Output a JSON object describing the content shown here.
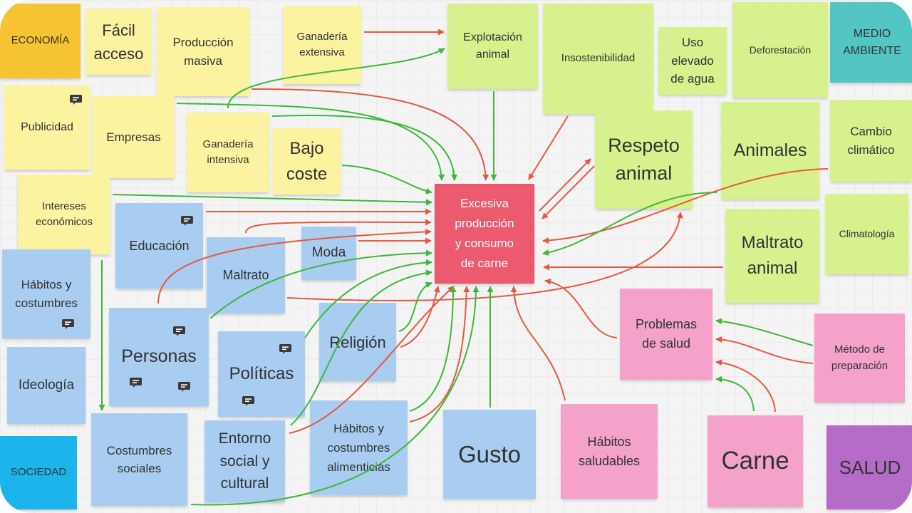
{
  "board": {
    "economia": {
      "category": "ECONOMÍA",
      "facil_acceso": "Fácil\nacceso",
      "produccion_masiva": "Producción\nmasiva",
      "ganaderia_extensiva": "Ganadería\nextensiva",
      "publicidad": "Publicidad",
      "empresas": "Empresas",
      "ganaderia_intensiva": "Ganadería\nintensiva",
      "bajo_coste": "Bajo\ncoste",
      "intereses_economicos": "Intereses\neconómicos"
    },
    "medio_ambiente": {
      "category": "MEDIO\nAMBIENTE",
      "explotacion_animal": "Explotación\nanimal",
      "insostenibilidad": "Insostenibilidad",
      "uso_elevado_agua": "Uso\nelevado\nde agua",
      "deforestacion": "Deforestación",
      "respeto_animal": "Respeto\nanimal",
      "animales": "Animales",
      "cambio_climatico": "Cambio\nclimático",
      "maltrato_animal": "Maltrato\nanimal",
      "climatologia": "Climatología"
    },
    "sociedad": {
      "category": "SOCIEDAD",
      "educacion": "Educación",
      "moda": "Moda",
      "maltrato": "Maltrato",
      "habitos_costumbres": "Hábitos y\ncostumbres",
      "personas": "Personas",
      "politicas": "Políticas",
      "religion": "Religión",
      "ideologia": "Ideología",
      "costumbres_sociales": "Costumbres\nsociales",
      "entorno": "Entorno\nsocial y\ncultural",
      "habitos_alimenticias": "Hábitos y\ncostumbres\nalimenticias",
      "gusto": "Gusto"
    },
    "salud": {
      "category": "SALUD",
      "problemas_salud": "Problemas\nde salud",
      "metodo_preparacion": "Método de\npreparación",
      "habitos_saludables": "Hábitos\nsaludables",
      "carne": "Carne"
    },
    "central": "Excesiva\nproducción\ny consumo\nde carne"
  },
  "icons": {
    "comment": "comment-icon"
  },
  "palette": {
    "note_yellow": "#fcf3a1",
    "economia": "#f6c332",
    "note_green": "#d6f18d",
    "medio_ambiente": "#53c6c3",
    "note_blue": "#a8cdf1",
    "sociedad": "#1cb5eb",
    "note_pink": "#f4a2c9",
    "salud": "#b56bc8",
    "center_note": "#ec5a70",
    "arrow_red": "#e8583f",
    "arrow_green": "#3db83a",
    "text": "#333333"
  }
}
